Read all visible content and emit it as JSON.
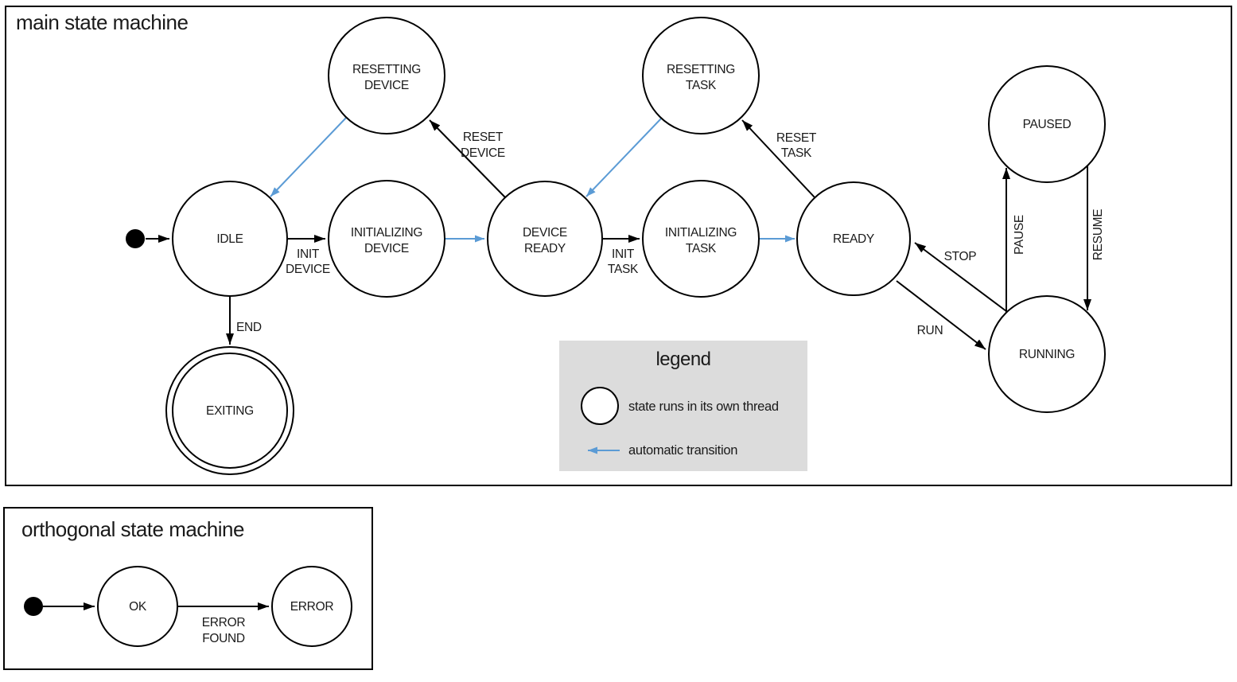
{
  "main": {
    "title": "main state machine",
    "states": {
      "idle": {
        "label": "IDLE"
      },
      "resetting_device": {
        "line1": "RESETTING",
        "line2": "DEVICE"
      },
      "initializing_device": {
        "line1": "INITIALIZING",
        "line2": "DEVICE"
      },
      "device_ready": {
        "line1": "DEVICE",
        "line2": "READY"
      },
      "resetting_task": {
        "line1": "RESETTING",
        "line2": "TASK"
      },
      "initializing_task": {
        "line1": "INITIALIZING",
        "line2": "TASK"
      },
      "ready": {
        "label": "READY"
      },
      "paused": {
        "label": "PAUSED"
      },
      "running": {
        "label": "RUNNING"
      },
      "exiting": {
        "label": "EXITING"
      }
    },
    "transitions": {
      "init_device": {
        "line1": "INIT",
        "line2": "DEVICE"
      },
      "reset_device": {
        "line1": "RESET",
        "line2": "DEVICE"
      },
      "init_task": {
        "line1": "INIT",
        "line2": "TASK"
      },
      "reset_task": {
        "line1": "RESET",
        "line2": "TASK"
      },
      "end": {
        "label": "END"
      },
      "run": {
        "label": "RUN"
      },
      "stop": {
        "label": "STOP"
      },
      "pause": {
        "label": "PAUSE"
      },
      "resume": {
        "label": "RESUME"
      }
    }
  },
  "legend": {
    "title": "legend",
    "thread_state_label": "state runs in its own thread",
    "auto_transition_label": "automatic transition"
  },
  "orthogonal": {
    "title": "orthogonal state machine",
    "states": {
      "ok": {
        "label": "OK"
      },
      "error": {
        "label": "ERROR"
      }
    },
    "transitions": {
      "error_found": {
        "line1": "ERROR",
        "line2": "FOUND"
      }
    }
  },
  "colors": {
    "threaded_state_fill": "#aec6e8",
    "automatic_transition": "#5b9bd5",
    "legend_background": "#dcdcdc",
    "line": "#000000"
  }
}
